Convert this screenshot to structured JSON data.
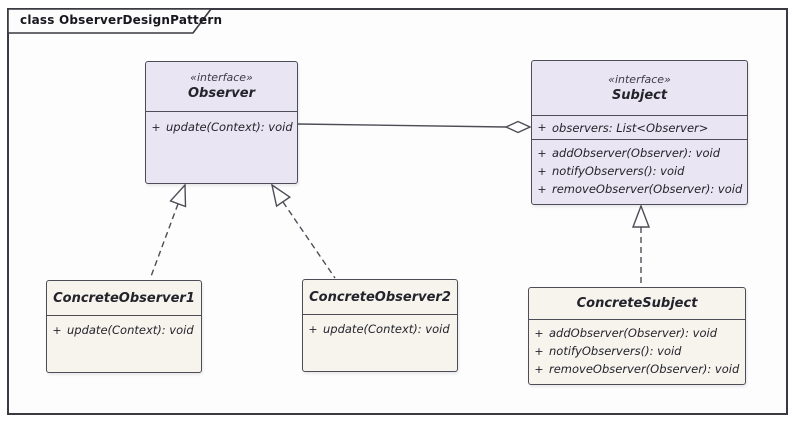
{
  "frame": {
    "title": "class ObserverDesignPattern"
  },
  "classes": {
    "observer": {
      "stereotype": "«interface»",
      "name": "Observer",
      "methods": [
        {
          "visibility": "+",
          "signature": "update(Context): void"
        }
      ]
    },
    "subject": {
      "stereotype": "«interface»",
      "name": "Subject",
      "attributes": [
        {
          "visibility": "+",
          "signature": "observers: List<Observer>"
        }
      ],
      "methods": [
        {
          "visibility": "+",
          "signature": "addObserver(Observer): void"
        },
        {
          "visibility": "+",
          "signature": "notifyObservers(): void"
        },
        {
          "visibility": "+",
          "signature": "removeObserver(Observer): void"
        }
      ]
    },
    "concrete_observer1": {
      "name": "ConcreteObserver1",
      "methods": [
        {
          "visibility": "+",
          "signature": "update(Context): void"
        }
      ]
    },
    "concrete_observer2": {
      "name": "ConcreteObserver2",
      "methods": [
        {
          "visibility": "+",
          "signature": "update(Context): void"
        }
      ]
    },
    "concrete_subject": {
      "name": "ConcreteSubject",
      "methods": [
        {
          "visibility": "+",
          "signature": "addObserver(Observer): void"
        },
        {
          "visibility": "+",
          "signature": "notifyObservers(): void"
        },
        {
          "visibility": "+",
          "signature": "removeObserver(Observer): void"
        }
      ]
    }
  },
  "relationships": [
    {
      "type": "aggregation",
      "whole": "Subject",
      "part": "Observer"
    },
    {
      "type": "realization",
      "from": "ConcreteObserver1",
      "to": "Observer"
    },
    {
      "type": "realization",
      "from": "ConcreteObserver2",
      "to": "Observer"
    },
    {
      "type": "realization",
      "from": "ConcreteSubject",
      "to": "Subject"
    }
  ],
  "colors": {
    "interface_fill": "#e9e5f2",
    "class_fill": "#f7f4ee",
    "stroke": "#4d4d57",
    "text": "#23232b",
    "frame_border": "#3a3a42",
    "background": "#ffffff"
  }
}
